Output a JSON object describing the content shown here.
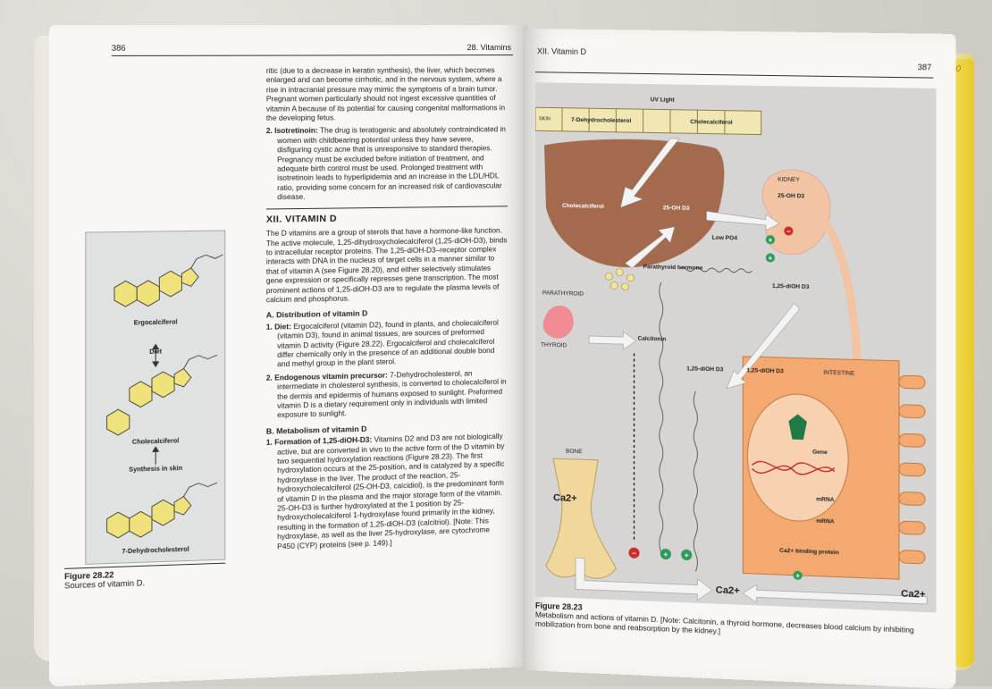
{
  "left_page": {
    "page_number": "386",
    "chapter": "28. Vitamins",
    "intro_text": "ritic (due to a decrease in keratin synthesis), the liver, which becomes enlarged and can become cirrhotic, and in the nervous system, where a rise in intracranial pressure may mimic the symptoms of a brain tumor. Pregnant women particularly should not ingest excessive quantities of vitamin A because of its potential for causing congenital malformations in the developing fetus.",
    "isotretinoin": {
      "title": "2. Isotretinoin:",
      "text": "The drug is teratogenic and absolutely contraindicated in women with childbearing potential unless they have severe, disfiguring cystic acne that is unresponsive to standard therapies. Pregnancy must be excluded before initiation of treatment, and adequate birth control must be used. Prolonged treatment with isotretinoin leads to hyperlipidemia and an increase in the LDL/HDL ratio, providing some concern for an increased risk of cardiovascular disease."
    },
    "section_title": "XII. VITAMIN D",
    "section_intro": "The D vitamins are a group of sterols that have a hormone-like function. The active molecule, 1,25-dihydroxycholecalciferol (1,25-diOH-D3), binds to intracellular receptor proteins. The 1,25-diOH-D3–receptor complex interacts with DNA in the nucleus of target cells in a manner similar to that of vitamin A (see Figure 28.20), and either selectively stimulates gene expression or specifically represses gene transcription. The most prominent actions of 1,25-diOH-D3 are to regulate the plasma levels of calcium and phosphorus.",
    "subsection_a": "A. Distribution of vitamin D",
    "diet": {
      "title": "1. Diet:",
      "text": "Ergocalciferol (vitamin D2), found in plants, and cholecalciferol (vitamin D3), found in animal tissues, are sources of preformed vitamin D activity (Figure 28.22). Ergocalciferol and cholecalciferol differ chemically only in the presence of an additional double bond and methyl group in the plant sterol."
    },
    "endogenous": {
      "title": "2. Endogenous vitamin precursor:",
      "text": "7-Dehydrocholesterol, an intermediate in cholesterol synthesis, is converted to cholecalciferol in the dermis and epidermis of humans exposed to sunlight. Preformed vitamin D is a dietary requirement only in individuals with limited exposure to sunlight."
    },
    "subsection_b": "B. Metabolism of vitamin D",
    "formation": {
      "title": "1. Formation of 1,25-diOH-D3:",
      "text": "Vitamins D2 and D3 are not biologically active, but are converted in vivo to the active form of the D vitamin by two sequential hydroxylation reactions (Figure 28.23). The first hydroxylation occurs at the 25-position, and is catalyzed by a specific hydroxylase in the liver. The product of the reaction, 25-hydroxycholecalciferol (25-OH-D3, calcidiol), is the predominant form of vitamin D in the plasma and the major storage form of the vitamin. 25-OH-D3 is further hydroxylated at the 1 position by 25-hydroxycholecalciferol 1-hydroxylase found primarily in the kidney, resulting in the formation of 1,25-diOH-D3 (calcitriol). [Note: This hydroxylase, as well as the liver 25-hydroxylase, are cytochrome P450 (CYP) proteins (see p. 149).]"
    },
    "figure": {
      "labels": {
        "ergocalciferol": "Ergocalciferol",
        "diet": "Diet",
        "cholecalciferol": "Cholecalciferol",
        "synthesis": "Synthesis in skin",
        "dehydro": "7-Dehydrocholesterol"
      },
      "number": "Figure 28.22",
      "caption": "Sources of vitamin D."
    }
  },
  "right_page": {
    "page_number": "387",
    "chapter": "XII. Vitamin D",
    "diagram_labels": {
      "uv": "UV Light",
      "skin": "SKIN",
      "dehydro": "7-Dehydrocholesterol",
      "chole_skin": "Cholecalciferol",
      "chole_liver": "Cholecalciferol",
      "oh_liver": "25-OH D3",
      "kidney": "KIDNEY",
      "oh_kidney": "25-OH D3",
      "low_po4": "Low PO4",
      "pth": "Parathyroid hormone",
      "diol_kidney": "1,25-diOH D3",
      "parathyroid": "PARATHYROID",
      "thyroid": "THYROID",
      "calcitonin": "Calcitonin",
      "diol_blood": "1,25-diOH D3",
      "diol_int": "1,25-diOH D3",
      "intestine": "INTESTINE",
      "gene": "Gene",
      "mrna1": "mRNA",
      "mrna2": "mRNA",
      "binding": "Ca2+ binding protein",
      "bone": "BONE",
      "ca_bone": "Ca2+",
      "ca_blood": "Ca2+",
      "ca_int": "Ca2+"
    },
    "figure": {
      "number": "Figure 28.23",
      "caption": "Metabolism and actions of vitamin D. [Note: Calcitonin, a thyroid hormone, decreases blood calcium by inhibiting mobilization from bone and reabsorption by the kidney.]"
    }
  },
  "colors": {
    "liver": "#a46a4e",
    "kidney": "#f2c4a4",
    "intestine": "#f3a96f",
    "bone": "#f1d79a",
    "arrow": "#f3f3f3",
    "plus": "#2f9b5a",
    "minus": "#c9302c",
    "sticky_note": "#ff4fa3",
    "tab": "#f0d341"
  }
}
